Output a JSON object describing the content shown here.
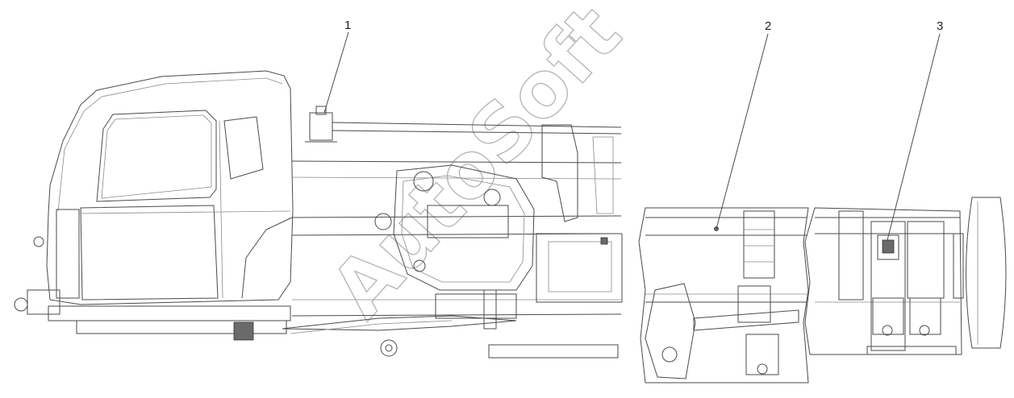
{
  "callouts": [
    {
      "id": "callout-1",
      "label": "1"
    },
    {
      "id": "callout-2",
      "label": "2"
    },
    {
      "id": "callout-3",
      "label": "3"
    }
  ],
  "watermark": "AutoSoft",
  "colors": {
    "line": "#4a4a4a",
    "light_line": "#8a8a8a",
    "watermark": "#b8b8b8",
    "background": "#ffffff"
  }
}
